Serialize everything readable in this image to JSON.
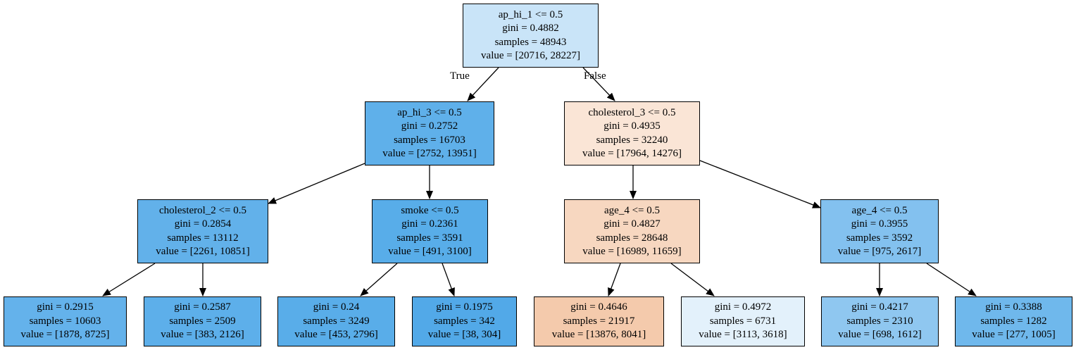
{
  "tree": {
    "true_label": "True",
    "false_label": "False",
    "nodes": [
      {
        "id": "n0",
        "lines": [
          "ap_hi_1 <= 0.5",
          "gini = 0.4882",
          "samples = 48943",
          "value = [20716, 28227]"
        ],
        "fill": "#c9e4f8"
      },
      {
        "id": "n1",
        "lines": [
          "ap_hi_3 <= 0.5",
          "gini = 0.2752",
          "samples = 16703",
          "value = [2752, 13951]"
        ],
        "fill": "#5fb0ea"
      },
      {
        "id": "n2",
        "lines": [
          "cholesterol_3 <= 0.5",
          "gini = 0.4935",
          "samples = 32240",
          "value = [17964, 14276]"
        ],
        "fill": "#fae5d6"
      },
      {
        "id": "n3",
        "lines": [
          "cholesterol_2 <= 0.5",
          "gini = 0.2854",
          "samples = 13112",
          "value = [2261, 10851]"
        ],
        "fill": "#62b1ea"
      },
      {
        "id": "n4",
        "lines": [
          "smoke <= 0.5",
          "gini = 0.2361",
          "samples = 3591",
          "value = [491, 3100]"
        ],
        "fill": "#58ade9"
      },
      {
        "id": "n5",
        "lines": [
          "age_4 <= 0.5",
          "gini = 0.4827",
          "samples = 28648",
          "value = [16989, 11659]"
        ],
        "fill": "#f7d7c0"
      },
      {
        "id": "n6",
        "lines": [
          "age_4 <= 0.5",
          "gini = 0.3955",
          "samples = 3592",
          "value = [975, 2617]"
        ],
        "fill": "#83c1ef"
      },
      {
        "id": "n7",
        "lines": [
          "gini = 0.2915",
          "samples = 10603",
          "value = [1878, 8725]"
        ],
        "fill": "#64b2eb"
      },
      {
        "id": "n8",
        "lines": [
          "gini = 0.2587",
          "samples = 2509",
          "value = [383, 2126]"
        ],
        "fill": "#5dafea"
      },
      {
        "id": "n9",
        "lines": [
          "gini = 0.24",
          "samples = 3249",
          "value = [453, 2796]"
        ],
        "fill": "#59ade9"
      },
      {
        "id": "n10",
        "lines": [
          "gini = 0.1975",
          "samples = 342",
          "value = [38, 304]"
        ],
        "fill": "#52a9e8"
      },
      {
        "id": "n11",
        "lines": [
          "gini = 0.4646",
          "samples = 21917",
          "value = [13876, 8041]"
        ],
        "fill": "#f4caac"
      },
      {
        "id": "n12",
        "lines": [
          "gini = 0.4972",
          "samples = 6731",
          "value = [3113, 3618]"
        ],
        "fill": "#e3f1fb"
      },
      {
        "id": "n13",
        "lines": [
          "gini = 0.4217",
          "samples = 2310",
          "value = [698, 1612]"
        ],
        "fill": "#8fc7f0"
      },
      {
        "id": "n14",
        "lines": [
          "gini = 0.3388",
          "samples = 1282",
          "value = [277, 1005]"
        ],
        "fill": "#6fb8ec"
      }
    ]
  }
}
